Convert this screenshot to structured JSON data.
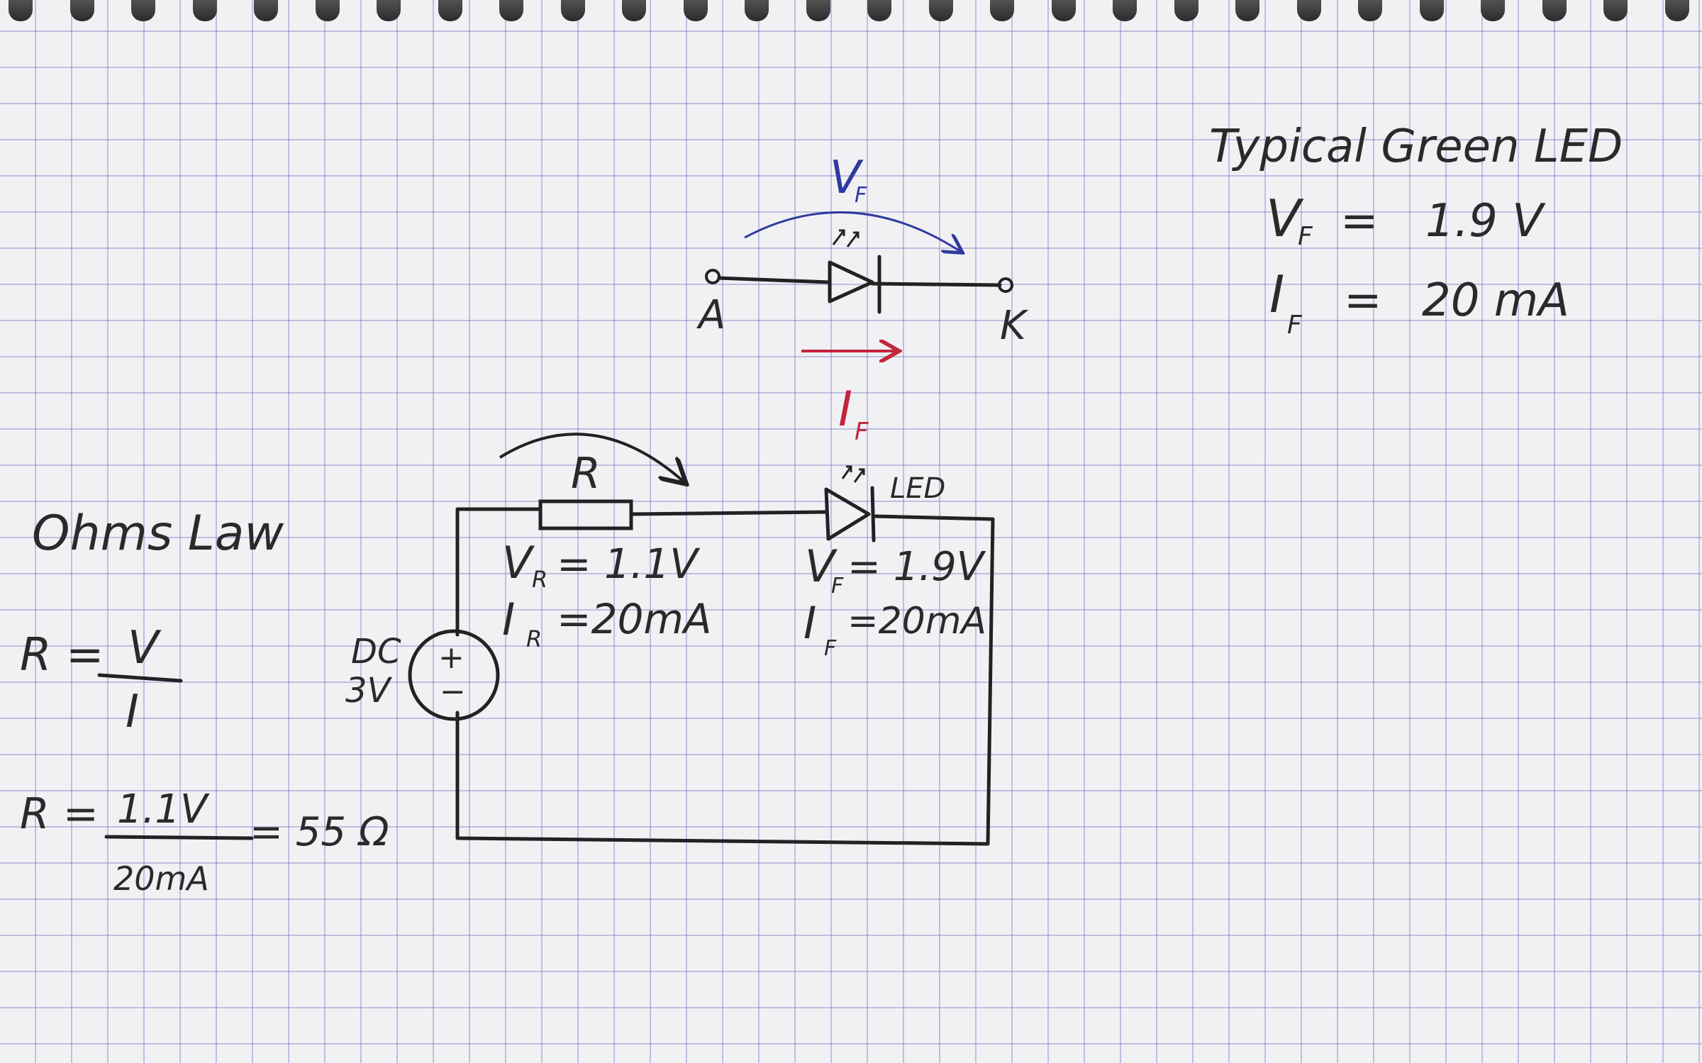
{
  "led_spec": {
    "title": "Typical Green LED",
    "vf_label": "V",
    "vf_sub": "F",
    "vf_value": "1.9 V",
    "if_label": "I",
    "if_sub": "F",
    "if_value": "20 mA",
    "eq": "="
  },
  "diode_symbol": {
    "vf_label": "V",
    "vf_sub": "F",
    "anode": "A",
    "cathode": "K",
    "if_label": "I",
    "if_sub": "F"
  },
  "circuit": {
    "resistor_label": "R",
    "led_label": "LED",
    "source_label_1": "DC",
    "source_label_2": "3V",
    "plus": "+",
    "minus": "−",
    "vr_label": "V",
    "vr_sub": "R",
    "vr_value": "= 1.1V",
    "ir_label": "I",
    "ir_sub": "R",
    "ir_value": "=20mA",
    "vf_label": "V",
    "vf_sub": "F",
    "vf_value": "= 1.9V",
    "if_label": "I",
    "if_sub": "F",
    "if_value": "=20mA"
  },
  "ohms_law": {
    "title": "Ohms Law",
    "formula_lhs": "R =",
    "formula_num": "V",
    "formula_den": "I",
    "calc_lhs": "R =",
    "calc_num": "1.1V",
    "calc_den": "20mA",
    "calc_result": "= 55 Ω"
  },
  "colors": {
    "ink": "#222222",
    "blue_ink": "#2f3a9e",
    "red_ink": "#c2263c",
    "grid": "#8080c8",
    "paper": "#f1f1f4"
  }
}
